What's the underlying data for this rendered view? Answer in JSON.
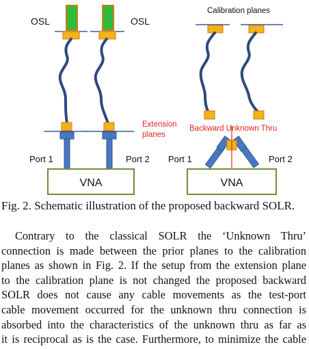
{
  "figure": {
    "left_diagram": {
      "osl_labels": [
        "OSL",
        "OSL"
      ],
      "extension_label_lines": [
        "Extension",
        "planes"
      ],
      "port_labels": [
        "Port 1",
        "Port 2"
      ],
      "vna_label": "VNA"
    },
    "right_diagram": {
      "calibration_label": "Calibration planes",
      "backward_label": "Backward Unknown Thru",
      "port_labels": [
        "Port 1",
        "Port 2"
      ],
      "vna_label": "VNA"
    },
    "colors": {
      "cable": "#2c4a7c",
      "connector": "#f5b21a",
      "connector_border": "#d07a10",
      "standard": "#2ebd3c",
      "port": "#4a78c0",
      "vna_border": "#6f8f3a",
      "plane_line": "#3b5aa0",
      "annotation": "#e0251f"
    }
  },
  "caption": "Fig. 2. Schematic illustration of the proposed backward SOLR.",
  "paragraph_lines": [
    "Contrary to the classical SOLR the ‘Unknown Thru’",
    "connection is made between the prior planes to the calibration",
    "planes as shown in Fig. 2. If the setup from the extension plane",
    "to the calibration plane is not changed the proposed backward",
    "SOLR does not cause any cable movements as the test-port",
    "cable movement occurred for the unknown thru connection is",
    "absorbed into the characteristics of the unknown thru as far as",
    "it is reciprocal as is the case. Furthermore, to minimize the cable"
  ]
}
